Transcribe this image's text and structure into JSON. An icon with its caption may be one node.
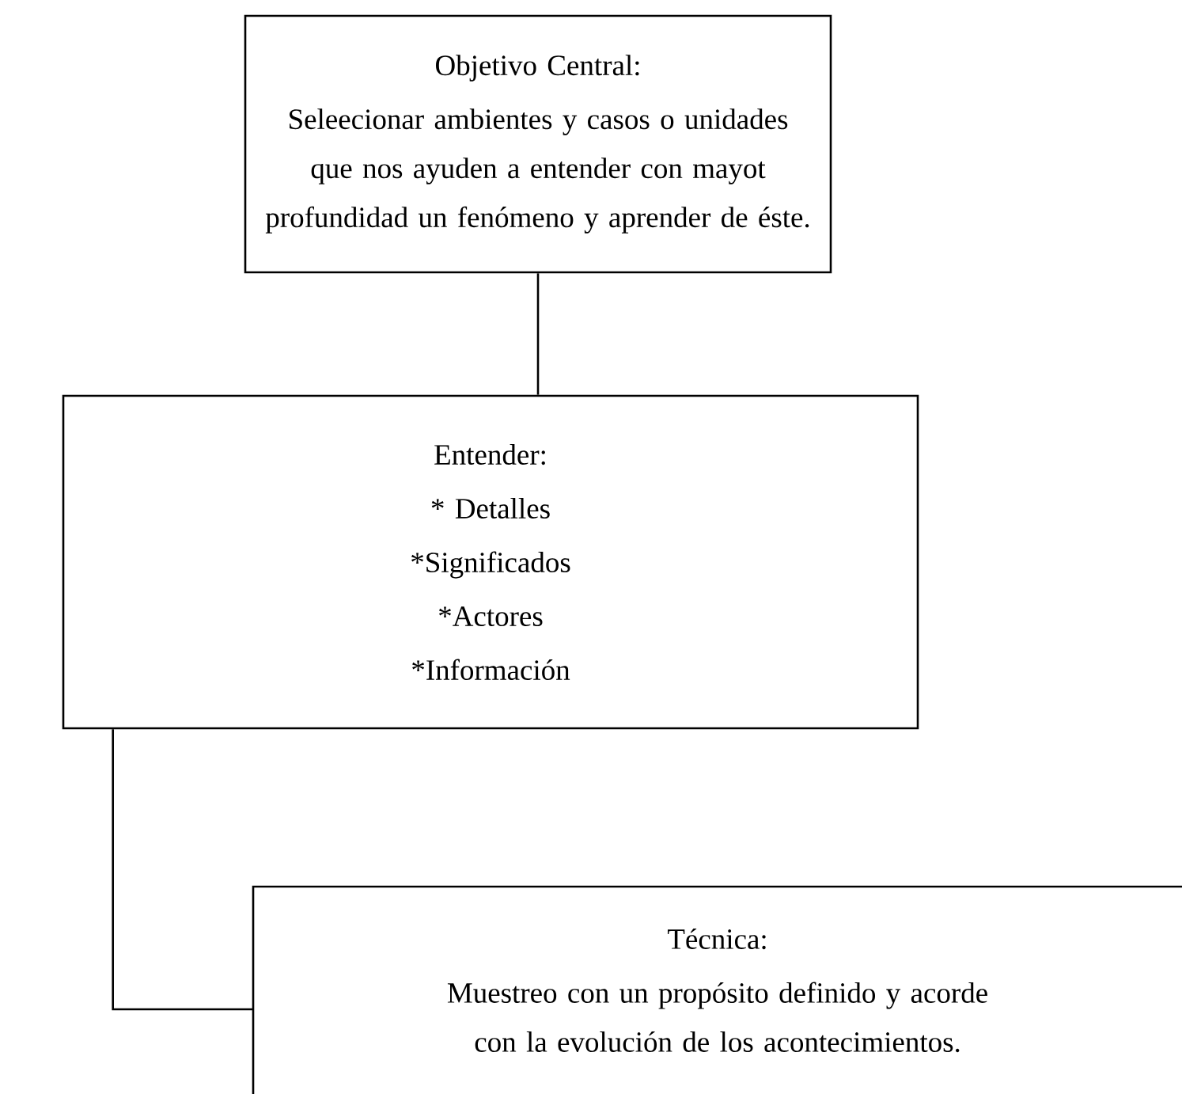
{
  "diagram": {
    "nodes": [
      {
        "text": [
          "Objetivo Central:",
          "Seleecionar ambientes y casos o unidades que nos ayuden a entender con mayot profundidad un fenómeno y aprender de éste."
        ]
      },
      {
        "text": [
          "Entender:",
          "* Detalles",
          "*Significados",
          "*Actores",
          "*Información"
        ]
      },
      {
        "text": [
          "Técnica:",
          "Muestreo con un propósito definido y acorde con la evolución de los acontecimientos."
        ]
      }
    ],
    "edges": [
      {
        "from": 0,
        "to": 1,
        "arrow": "none"
      },
      {
        "from": 1,
        "to": 2,
        "arrow": "none"
      }
    ]
  }
}
